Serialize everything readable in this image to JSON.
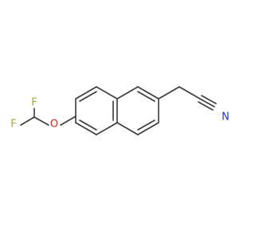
{
  "molecule": {
    "atoms": [
      {
        "id": "F1",
        "symbol": "F",
        "color": "#8fb92c"
      },
      {
        "id": "F2",
        "symbol": "F",
        "color": "#8fb92c"
      },
      {
        "id": "O1",
        "symbol": "O",
        "color": "#e0281e"
      },
      {
        "id": "N1",
        "symbol": "N",
        "color": "#1f2fe0"
      }
    ],
    "bond_color": "#3a3a3a"
  }
}
